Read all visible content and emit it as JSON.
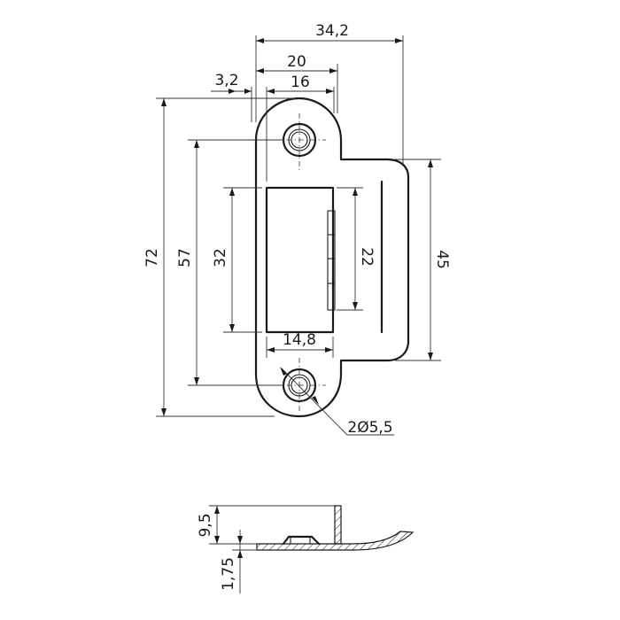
{
  "dimensions": {
    "overall_width": "34,2",
    "plate_width": "20",
    "inner_width": "16",
    "edge_offset": "3,2",
    "total_height": "72",
    "hole_spacing": "57",
    "window_height": "32",
    "tongue_height": "22",
    "flange_height": "45",
    "window_width": "14,8",
    "hole_callout": "2Ø5,5",
    "side_height": "9,5",
    "thickness": "1,75"
  },
  "colors": {
    "line": "#1a1a1a",
    "background": "#ffffff"
  }
}
